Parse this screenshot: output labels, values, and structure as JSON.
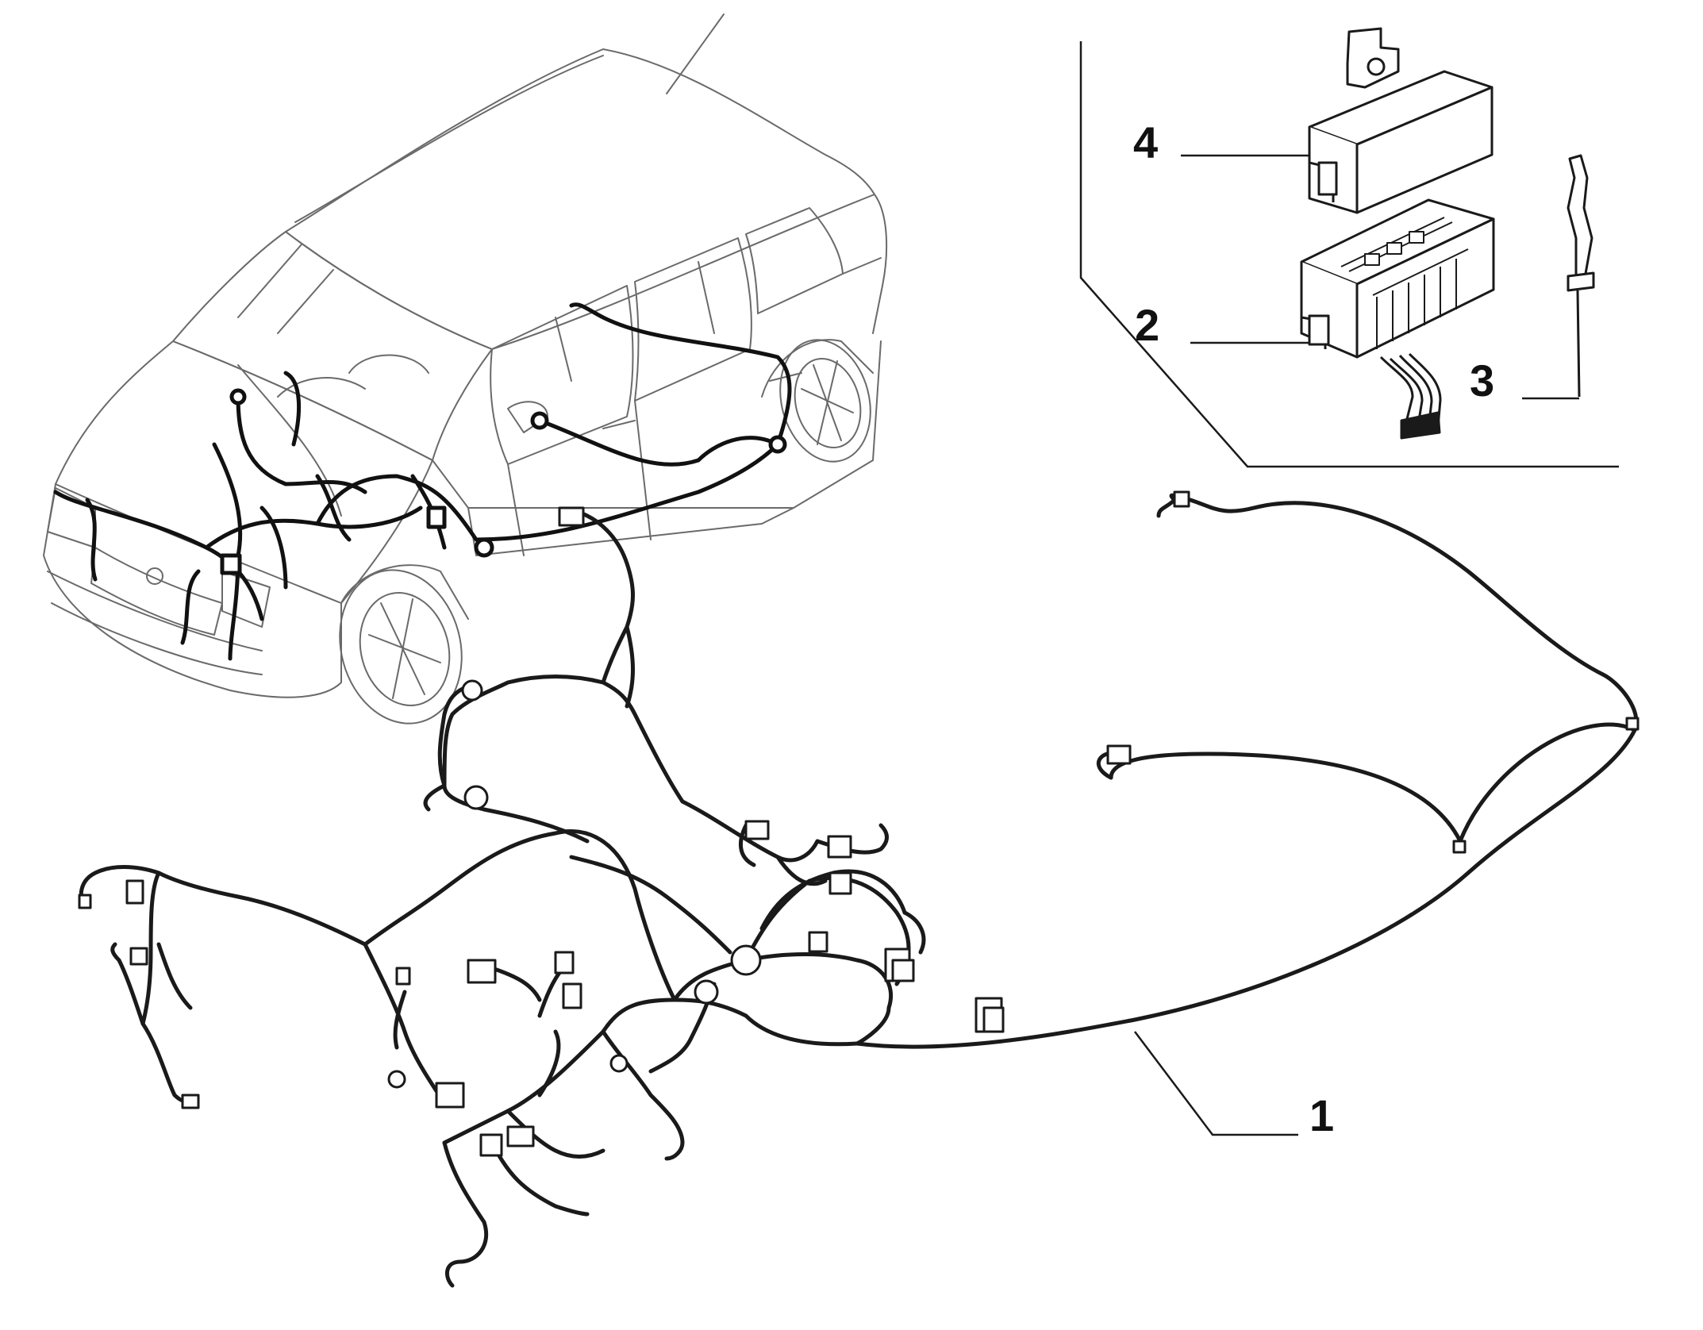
{
  "diagram": {
    "colors": {
      "line": "#1a1a1a",
      "light_line": "#6a6a6a",
      "background": "#ffffff"
    },
    "callouts": [
      {
        "id": "1",
        "label": "1",
        "part": "main-wiring-harness"
      },
      {
        "id": "2",
        "label": "2",
        "part": "fuse-relay-box"
      },
      {
        "id": "3",
        "label": "3",
        "part": "fuse-box-bracket-clip"
      },
      {
        "id": "4",
        "label": "4",
        "part": "fuse-box-cover"
      }
    ]
  }
}
